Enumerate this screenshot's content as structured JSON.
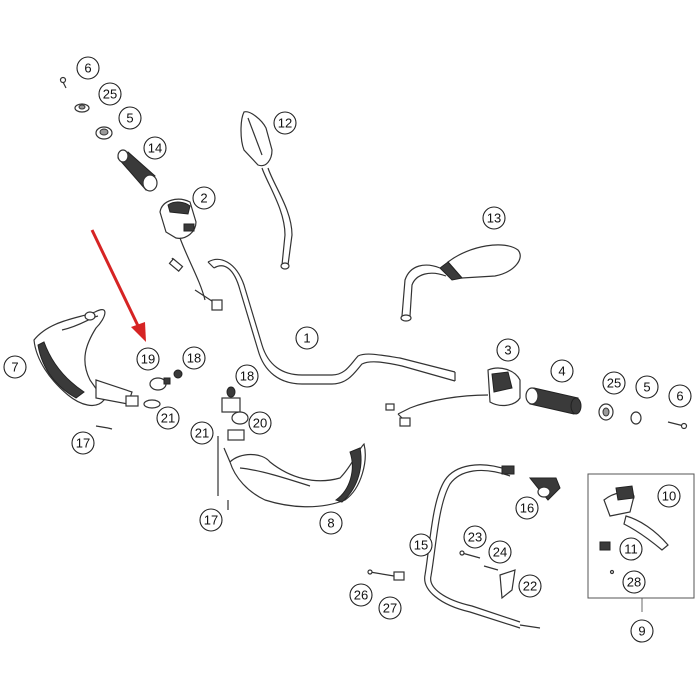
{
  "diagram": {
    "labels": {
      "l1": "1",
      "l2": "2",
      "l3": "3",
      "l4": "4",
      "l5a": "5",
      "l5b": "5",
      "l6a": "6",
      "l6b": "6",
      "l7": "7",
      "l8": "8",
      "l9": "9",
      "l10": "10",
      "l11": "11",
      "l12": "12",
      "l13": "13",
      "l14": "14",
      "l15": "15",
      "l16": "16",
      "l17a": "17",
      "l17b": "17",
      "l18a": "18",
      "l18b": "18",
      "l19": "19",
      "l20": "20",
      "l21a": "21",
      "l21b": "21",
      "l22": "22",
      "l23": "23",
      "l24": "24",
      "l25a": "25",
      "l25b": "25",
      "l26": "26",
      "l27": "27",
      "l28": "28"
    },
    "accent_color": "#d62424"
  }
}
